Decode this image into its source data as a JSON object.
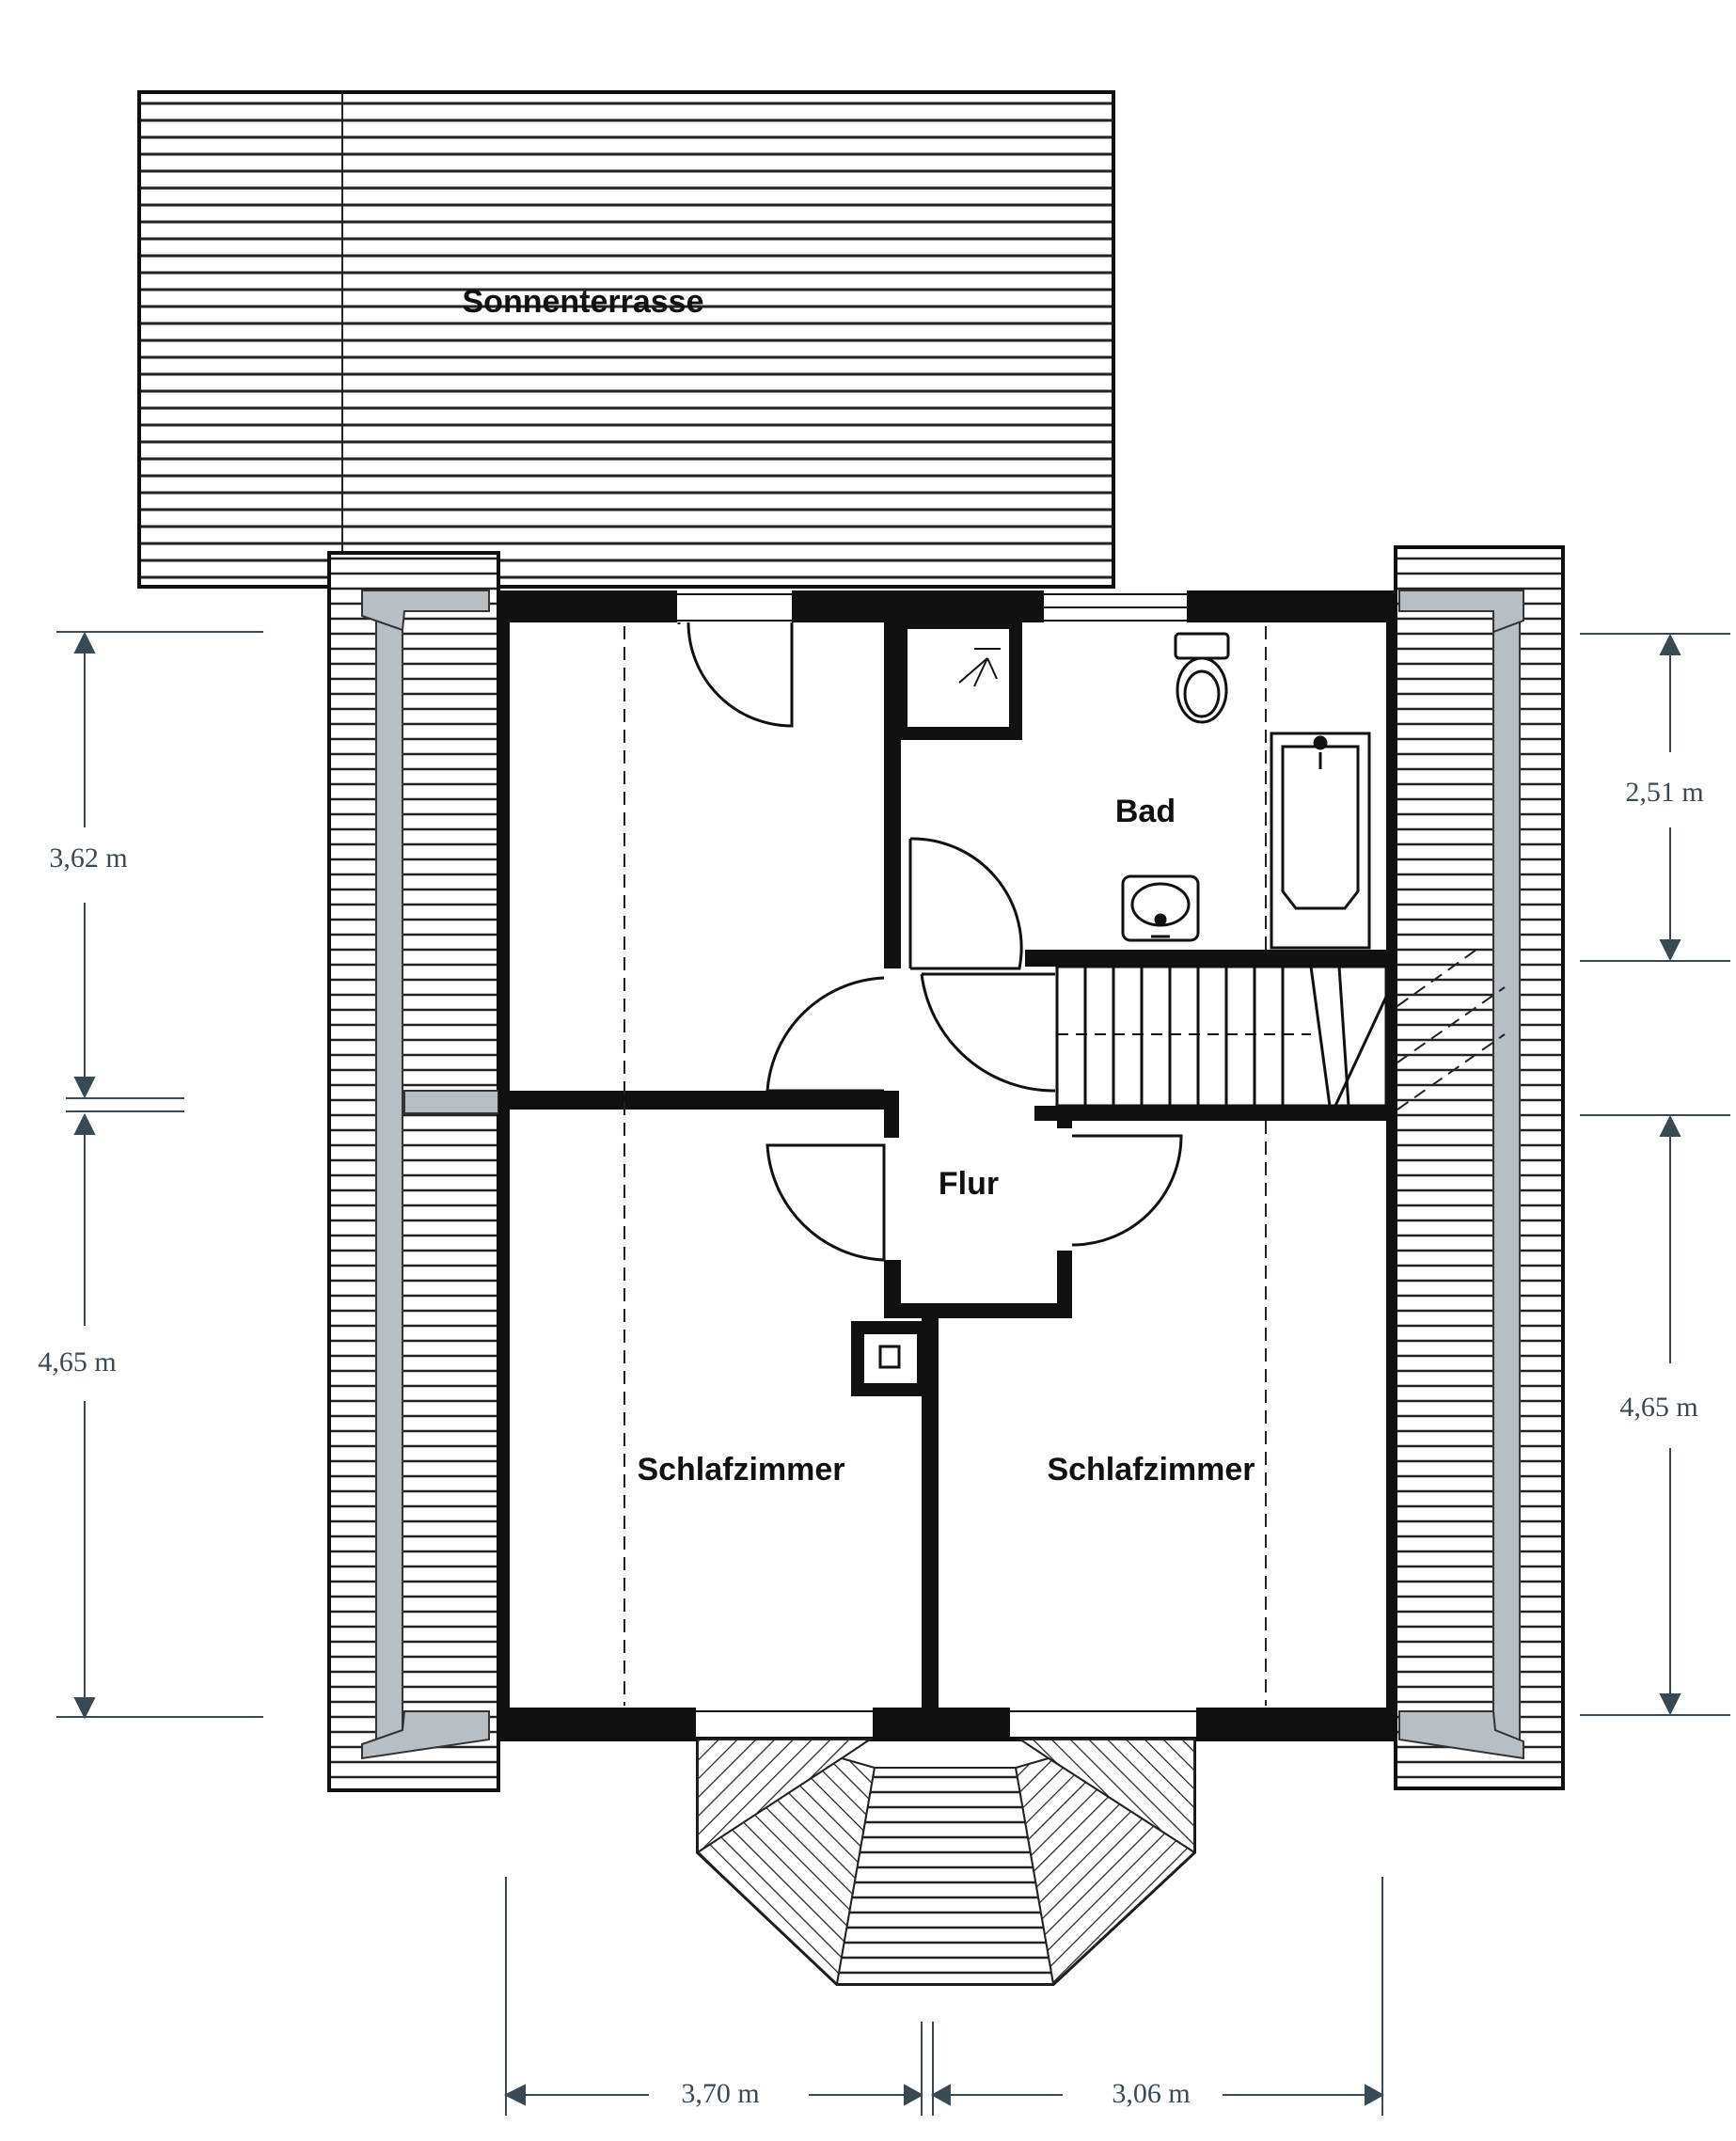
{
  "rooms": {
    "sonnenterrasse": "Sonnenterrasse",
    "bad": "Bad",
    "flur": "Flur",
    "schlafzimmer_left": "Schlafzimmer",
    "schlafzimmer_right": "Schlafzimmer"
  },
  "dimensions": {
    "left_upper": "3,62 m",
    "left_lower": "4,65 m",
    "right_upper": "2,51  m",
    "right_lower": "4,65 m",
    "bottom_left": "3,70 m",
    "bottom_right": "3,06 m"
  },
  "colors": {
    "wall": "#111111",
    "roof_gray": "#b7bec4",
    "dimension": "#3a4a55"
  }
}
